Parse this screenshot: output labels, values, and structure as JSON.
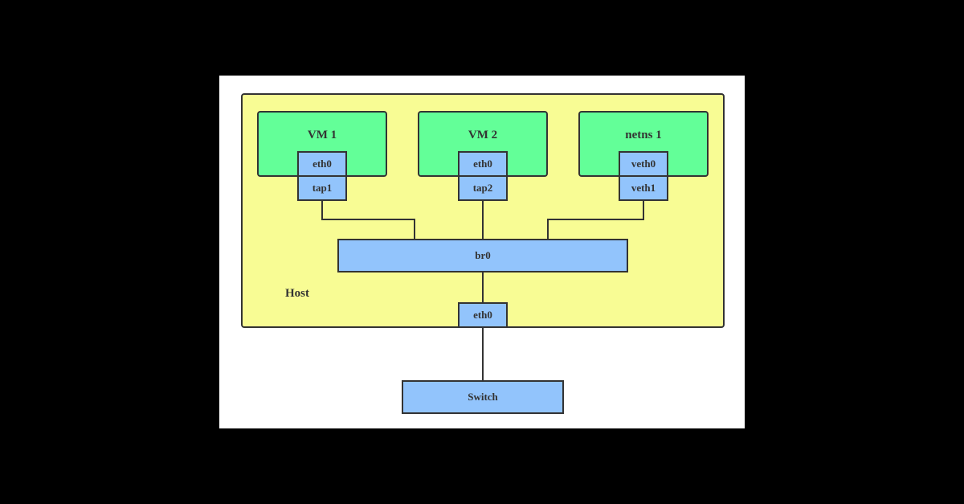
{
  "colors": {
    "background": "#000000",
    "canvas": "#ffffff",
    "host_fill": "#f8fc94",
    "vm_fill": "#63ff98",
    "interface_fill": "#92c4fc",
    "stroke": "#333333"
  },
  "host": {
    "label": "Host"
  },
  "vms": [
    {
      "name": "VM 1",
      "inner_iface": "eth0",
      "outer_iface": "tap1"
    },
    {
      "name": "VM 2",
      "inner_iface": "eth0",
      "outer_iface": "tap2"
    },
    {
      "name": "netns 1",
      "inner_iface": "veth0",
      "outer_iface": "veth1"
    }
  ],
  "bridge": {
    "label": "br0"
  },
  "host_iface": {
    "label": "eth0"
  },
  "switch": {
    "label": "Switch"
  }
}
